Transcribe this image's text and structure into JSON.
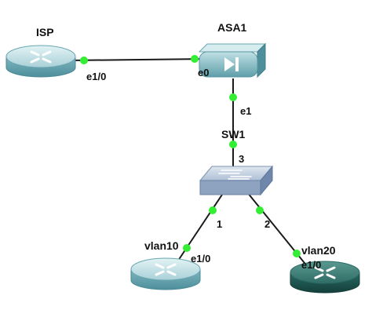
{
  "colors": {
    "link": "#1a1a1a",
    "port_dot": "#33ee33",
    "router_top": "#c6e3e8",
    "router_side": "#6aa6b1",
    "router_dark_top": "#3f7f77",
    "router_dark_side": "#1f5650",
    "switch_top": "#c9d5e4",
    "switch_side": "#7e94b4"
  },
  "devices": [
    {
      "key": "isp",
      "label": "ISP",
      "icon": "router-icon"
    },
    {
      "key": "asa1",
      "label": "ASA1",
      "icon": "firewall-icon"
    },
    {
      "key": "sw1",
      "label": "SW1",
      "icon": "switch-icon"
    },
    {
      "key": "vlan10",
      "label": "vlan10",
      "icon": "router-icon"
    },
    {
      "key": "vlan20",
      "label": "vlan20",
      "icon": "router-icon"
    }
  ],
  "links": [
    {
      "from": "isp",
      "to": "asa1",
      "from_port": "e1/0",
      "to_port": "e0"
    },
    {
      "from": "asa1",
      "to": "sw1",
      "from_port": "e1",
      "to_port": "3"
    },
    {
      "from": "sw1",
      "to": "vlan10",
      "from_port": "1",
      "to_port": "e1/0"
    },
    {
      "from": "sw1",
      "to": "vlan20",
      "from_port": "2",
      "to_port": "e1/0"
    }
  ]
}
